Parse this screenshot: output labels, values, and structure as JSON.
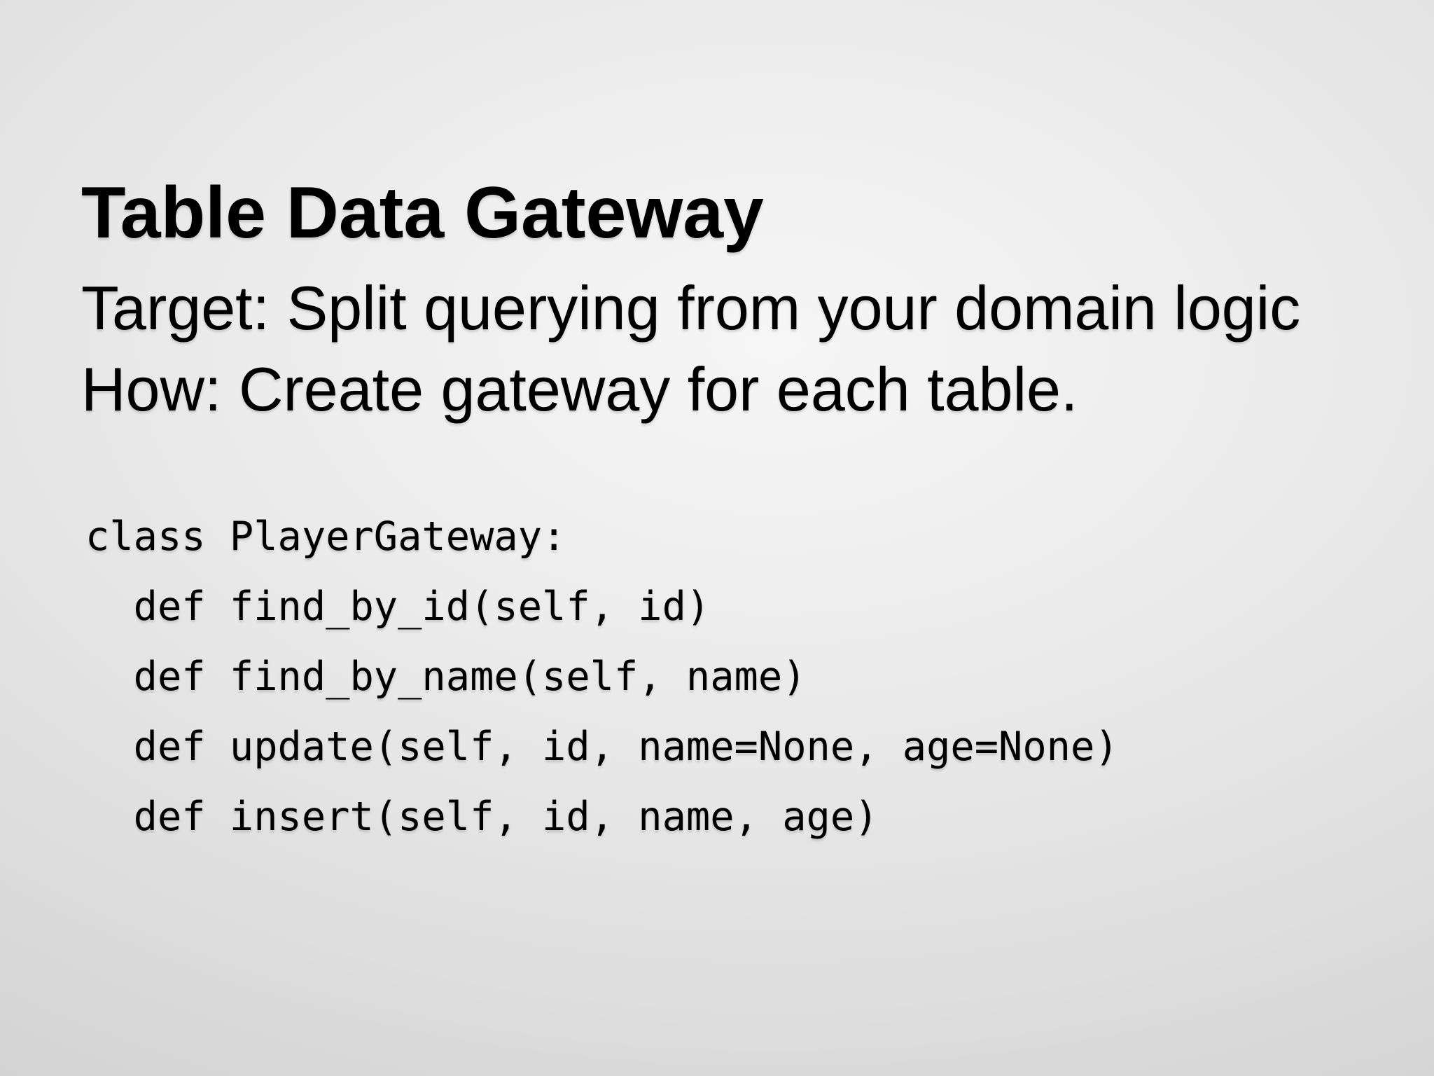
{
  "slide": {
    "title": "Table Data Gateway",
    "body": {
      "line1": "Target: Split querying from your domain logic",
      "line2": "How: Create gateway for each table."
    },
    "code": {
      "line1": "class PlayerGateway:",
      "line2": "  def find_by_id(self, id)",
      "line3": "  def find_by_name(self, name)",
      "line4": "  def update(self, id, name=None, age=None)",
      "line5": "  def insert(self, id, name, age)"
    },
    "colors": {
      "text": "#000000",
      "background_center": "#f6f6f6",
      "background_edge": "#cbcbcb"
    }
  }
}
